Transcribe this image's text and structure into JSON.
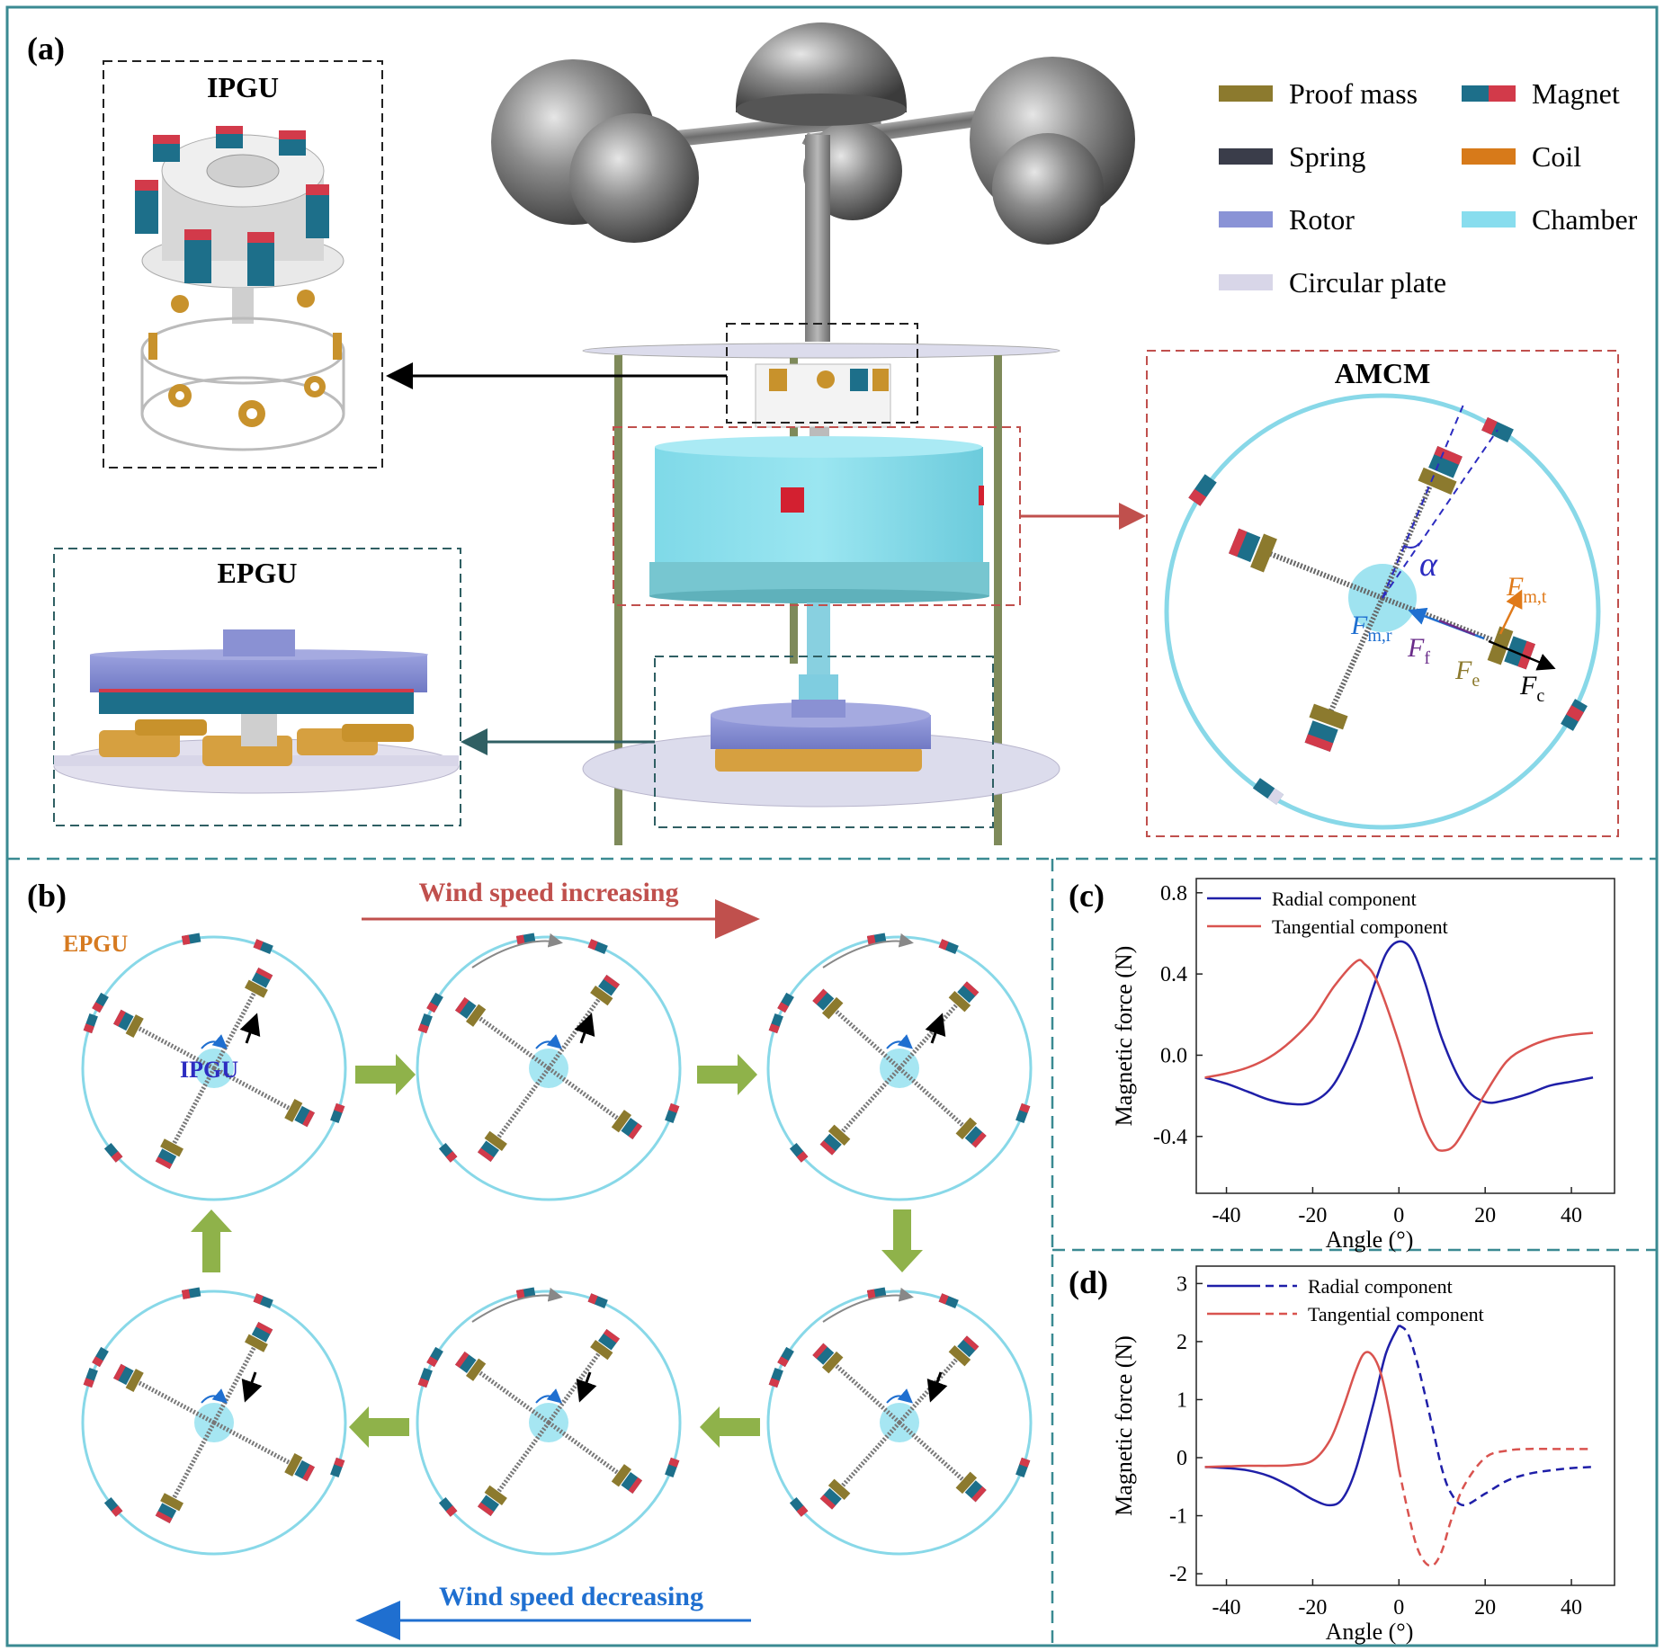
{
  "panels": {
    "a": "(a)",
    "b": "(b)",
    "c": "(c)",
    "d": "(d)"
  },
  "panel_a": {
    "ipgu_title": "IPGU",
    "epgu_title": "EPGU",
    "amcm_title": "AMCM",
    "legend": [
      {
        "label": "Proof mass",
        "color": "#8c7a2e"
      },
      {
        "label": "Magnet",
        "color": "#1d6f8a",
        "color2": "#d23a4a"
      },
      {
        "label": "Spring",
        "color": "#3a3d4a"
      },
      {
        "label": "Coil",
        "color": "#d77a1a"
      },
      {
        "label": "Rotor",
        "color": "#8a93d6"
      },
      {
        "label": "Chamber",
        "color": "#88ddee"
      },
      {
        "label": "Circular plate",
        "color": "#d8d6e8"
      }
    ],
    "forces": {
      "alpha": "α",
      "fmt": "F",
      "fmt_sub": "m,t",
      "fmr": "F",
      "fmr_sub": "m,r",
      "ff": "F",
      "ff_sub": "f",
      "fe": "F",
      "fe_sub": "e",
      "fc": "F",
      "fc_sub": "c"
    }
  },
  "panel_b": {
    "increasing": "Wind speed increasing",
    "decreasing": "Wind speed decreasing",
    "epgu": "EPGU",
    "ipgu": "IPGU"
  },
  "chart_data": [
    {
      "id": "c",
      "type": "line",
      "xlabel": "Angle (°)",
      "ylabel": "Magnetic force (N)",
      "xlim": [
        -47,
        50
      ],
      "ylim": [
        -0.68,
        0.87
      ],
      "xticks": [
        -40,
        -20,
        0,
        20,
        40
      ],
      "xtick_labels": [
        "-40",
        "-20",
        "0",
        "20",
        "40"
      ],
      "yticks": [
        -0.4,
        0.0,
        0.4,
        0.8
      ],
      "ytick_labels": [
        "-0.4",
        "0.0",
        "0.4",
        "0.8"
      ],
      "legend_position": "top-left",
      "series": [
        {
          "name": "Radial component",
          "color": "#1f1fa8",
          "dash": "solid",
          "x": [
            -45,
            -40,
            -35,
            -30,
            -25,
            -20,
            -15,
            -10,
            -6,
            -3,
            0,
            3,
            6,
            10,
            15,
            20,
            25,
            30,
            35,
            40,
            45
          ],
          "y": [
            -0.11,
            -0.14,
            -0.18,
            -0.22,
            -0.24,
            -0.23,
            -0.14,
            0.08,
            0.33,
            0.5,
            0.56,
            0.52,
            0.36,
            0.08,
            -0.15,
            -0.23,
            -0.22,
            -0.19,
            -0.15,
            -0.13,
            -0.11
          ]
        },
        {
          "name": "Tangential component",
          "color": "#d9534f",
          "dash": "solid",
          "x": [
            -45,
            -40,
            -35,
            -30,
            -25,
            -20,
            -15,
            -10,
            -8,
            -5,
            0,
            5,
            8,
            10,
            13,
            17,
            20,
            25,
            30,
            35,
            40,
            45
          ],
          "y": [
            -0.11,
            -0.09,
            -0.06,
            -0.01,
            0.07,
            0.18,
            0.34,
            0.46,
            0.45,
            0.36,
            0.06,
            -0.3,
            -0.44,
            -0.47,
            -0.44,
            -0.3,
            -0.19,
            -0.03,
            0.04,
            0.08,
            0.1,
            0.11
          ]
        }
      ]
    },
    {
      "id": "d",
      "type": "line",
      "xlabel": "Angle (°)",
      "ylabel": "Magnetic force (N)",
      "xlim": [
        -47,
        50
      ],
      "ylim": [
        -2.2,
        3.3
      ],
      "xticks": [
        -40,
        -20,
        0,
        20,
        40
      ],
      "xtick_labels": [
        "-40",
        "-20",
        "0",
        "20",
        "40"
      ],
      "yticks": [
        -2,
        -1,
        0,
        1,
        2,
        3
      ],
      "ytick_labels": [
        "-2",
        "-1",
        "0",
        "1",
        "2",
        "3"
      ],
      "legend_position": "top-left",
      "series": [
        {
          "name": "Radial component",
          "color": "#1f1fa8",
          "dash": "solid",
          "x": [
            -45,
            -40,
            -35,
            -30,
            -25,
            -20,
            -16,
            -13,
            -10,
            -6,
            -3,
            0
          ],
          "y": [
            -0.16,
            -0.18,
            -0.22,
            -0.32,
            -0.5,
            -0.72,
            -0.82,
            -0.7,
            -0.2,
            0.9,
            1.8,
            2.28
          ]
        },
        {
          "name": "",
          "color": "#1f1fa8",
          "dash": "dashed",
          "x": [
            0,
            2,
            4,
            6,
            8,
            10,
            12,
            15,
            20,
            25,
            30,
            35,
            40,
            45
          ],
          "y": [
            2.28,
            2.15,
            1.7,
            1.1,
            0.45,
            -0.2,
            -0.6,
            -0.82,
            -0.62,
            -0.4,
            -0.28,
            -0.22,
            -0.18,
            -0.16
          ]
        },
        {
          "name": "Tangential component",
          "color": "#d9534f",
          "dash": "solid",
          "x": [
            -45,
            -40,
            -35,
            -30,
            -25,
            -20,
            -16,
            -13,
            -10,
            -8,
            -6,
            -4,
            -2,
            0
          ],
          "y": [
            -0.16,
            -0.15,
            -0.14,
            -0.14,
            -0.13,
            -0.05,
            0.3,
            0.85,
            1.5,
            1.8,
            1.75,
            1.4,
            0.7,
            -0.2
          ]
        },
        {
          "name": "",
          "color": "#d9534f",
          "dash": "dashed",
          "x": [
            0,
            2,
            4,
            6,
            8,
            10,
            12,
            15,
            20,
            25,
            30,
            35,
            40,
            45
          ],
          "y": [
            -0.2,
            -0.9,
            -1.5,
            -1.8,
            -1.85,
            -1.6,
            -1.1,
            -0.5,
            0.0,
            0.12,
            0.15,
            0.15,
            0.15,
            0.15
          ]
        }
      ]
    }
  ]
}
